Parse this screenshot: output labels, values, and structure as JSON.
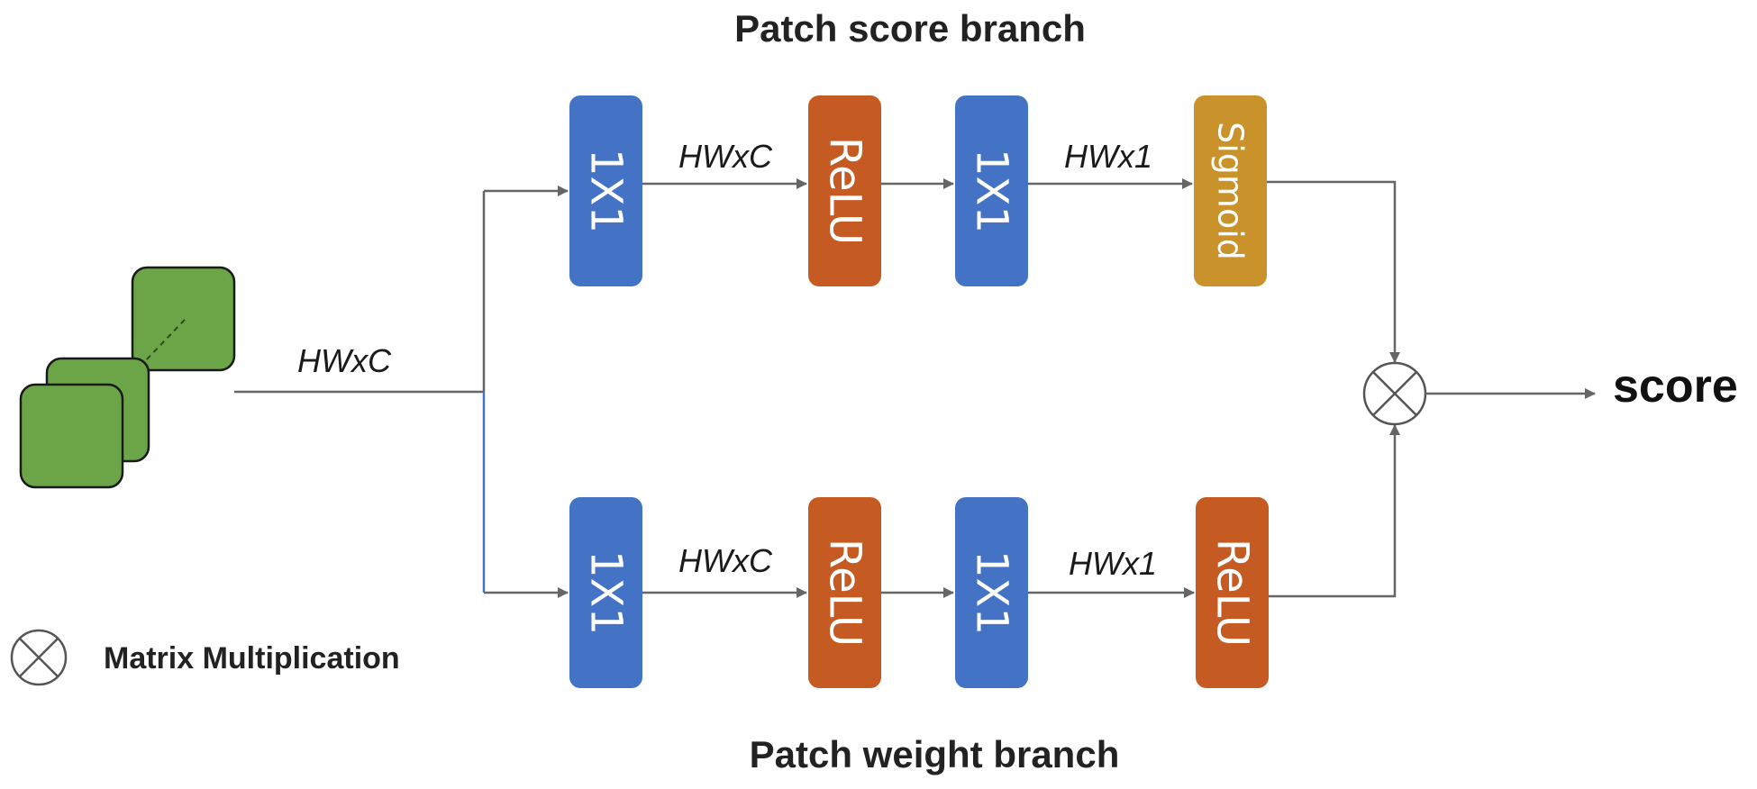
{
  "titles": {
    "top": "Patch score branch",
    "bottom": "Patch weight branch"
  },
  "input": {
    "label": "HWxC"
  },
  "top_branch": {
    "conv1": "1X1",
    "dim1": "HWxC",
    "relu": "ReLU",
    "conv2": "1X1",
    "dim2": "HWx1",
    "sigmoid": "Sigmoid"
  },
  "bottom_branch": {
    "conv1": "1X1",
    "dim1": "HWxC",
    "relu": "ReLU",
    "conv2": "1X1",
    "dim2": "HWx1",
    "relu2": "ReLU"
  },
  "output": {
    "label": "score"
  },
  "legend": {
    "label": "Matrix Multiplication"
  },
  "colors": {
    "conv": "#4472c4",
    "relu": "#c55a22",
    "sigmoid": "#c9922a",
    "feature": "#6ba547"
  },
  "icons": {
    "multiply": "circled-times-icon"
  }
}
